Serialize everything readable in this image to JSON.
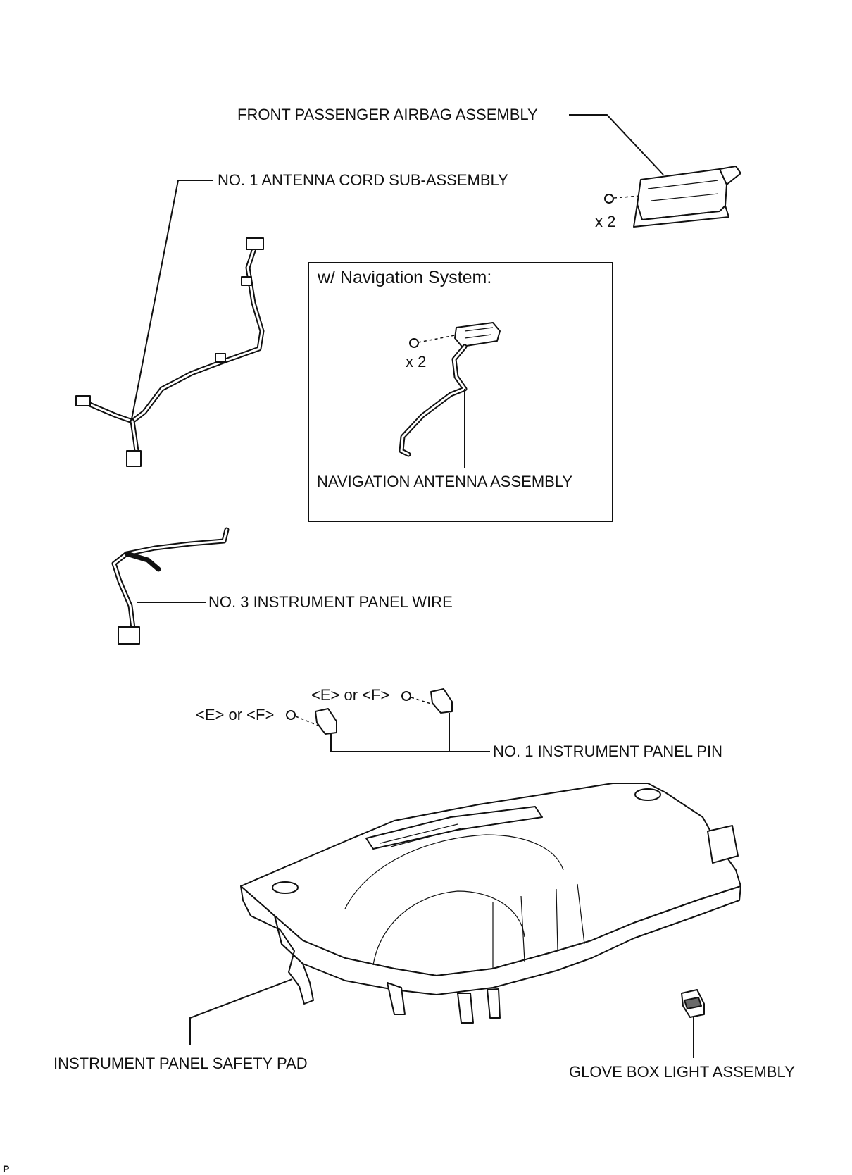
{
  "labels": {
    "airbag": "FRONT PASSENGER AIRBAG ASSEMBLY",
    "antenna_cord": "NO. 1 ANTENNA CORD SUB-ASSEMBLY",
    "nav_box_title": "w/ Navigation System:",
    "nav_antenna": "NAVIGATION ANTENNA ASSEMBLY",
    "panel_wire": "NO. 3 INSTRUMENT PANEL WIRE",
    "panel_pin": "NO. 1 INSTRUMENT PANEL PIN",
    "safety_pad": "INSTRUMENT PANEL SAFETY PAD",
    "glove_light": "GLOVE BOX LIGHT ASSEMBLY"
  },
  "quantities": {
    "airbag_bolts": "x 2",
    "nav_bolts": "x 2"
  },
  "fastener_codes": {
    "pin_left": "<E> or <F>",
    "pin_right": "<E> or <F>"
  },
  "corner_mark": "P"
}
